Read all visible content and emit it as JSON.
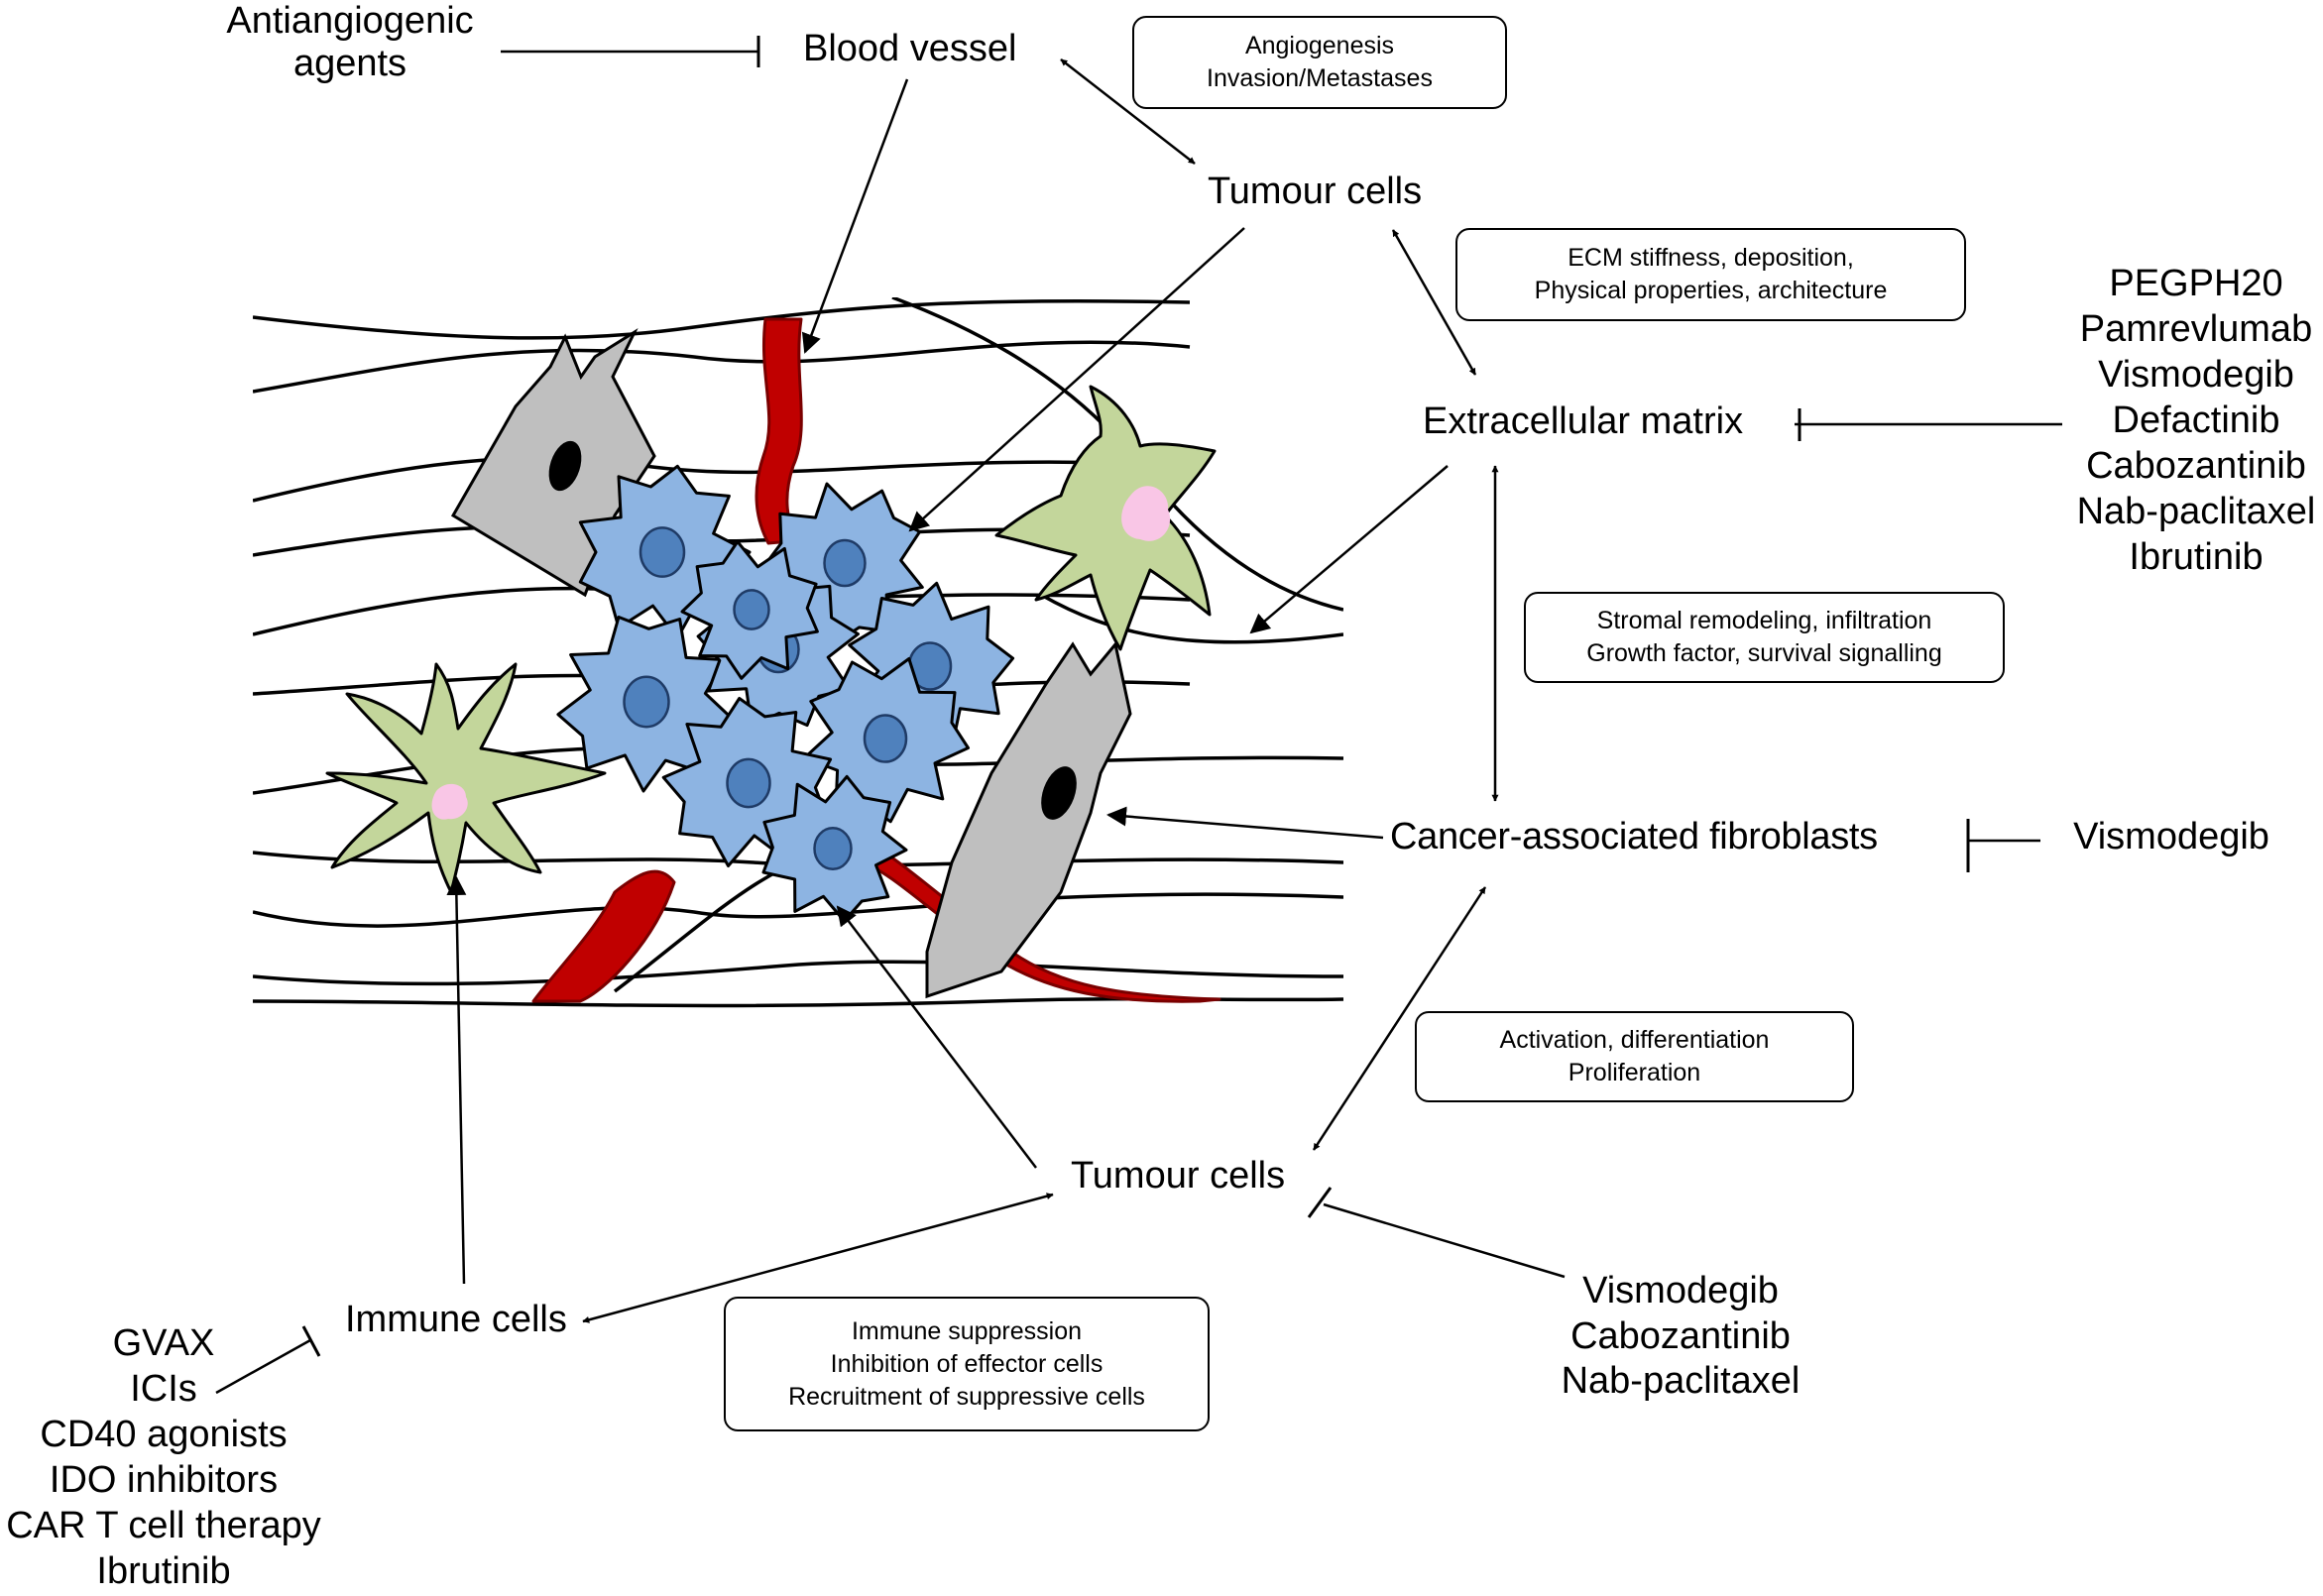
{
  "nodes": {
    "blood_vessel": "Blood vessel",
    "tumour_cells_top": "Tumour cells",
    "extracellular_matrix": "Extracellular matrix",
    "cafs": "Cancer-associated fibroblasts",
    "tumour_cells_bottom": "Tumour cells",
    "immune_cells": "Immune cells"
  },
  "boxes": {
    "angiogenesis": [
      "Angiogenesis",
      "Invasion/Metastases"
    ],
    "ecm": [
      "ECM stiffness, deposition,",
      "Physical properties, architecture"
    ],
    "stromal": [
      "Stromal remodeling, infiltration",
      "Growth factor, survival  signalling"
    ],
    "activation": [
      "Activation, differentiation",
      "Proliferation"
    ],
    "immune": [
      "Immune suppression",
      "Inhibition of effector cells",
      "Recruitment of suppressive cells"
    ]
  },
  "drugs": {
    "antiangiogenic": [
      "Antiangiogenic",
      "agents"
    ],
    "ecm": [
      "PEGPH20",
      "Pamrevlumab",
      "Vismodegib",
      "Defactinib",
      "Cabozantinib",
      "Nab-paclitaxel",
      "Ibrutinib"
    ],
    "caf": [
      "Vismodegib"
    ],
    "tumour": [
      "Vismodegib",
      "Cabozantinib",
      "Nab-paclitaxel"
    ],
    "immune": [
      "GVAX",
      "ICIs",
      "CD40 agonists",
      "IDO inhibitors",
      "CAR T cell therapy",
      "Ibrutinib"
    ]
  },
  "colors": {
    "vessel": "#c00000",
    "vessel_edge": "#7a0000",
    "tumour": "#8db4e2",
    "tumour_nucleus": "#4f81bd",
    "fibroblast": "#bfbfbf",
    "immune": "#c3d69b",
    "immune_nucleus": "#f9c6e6"
  }
}
